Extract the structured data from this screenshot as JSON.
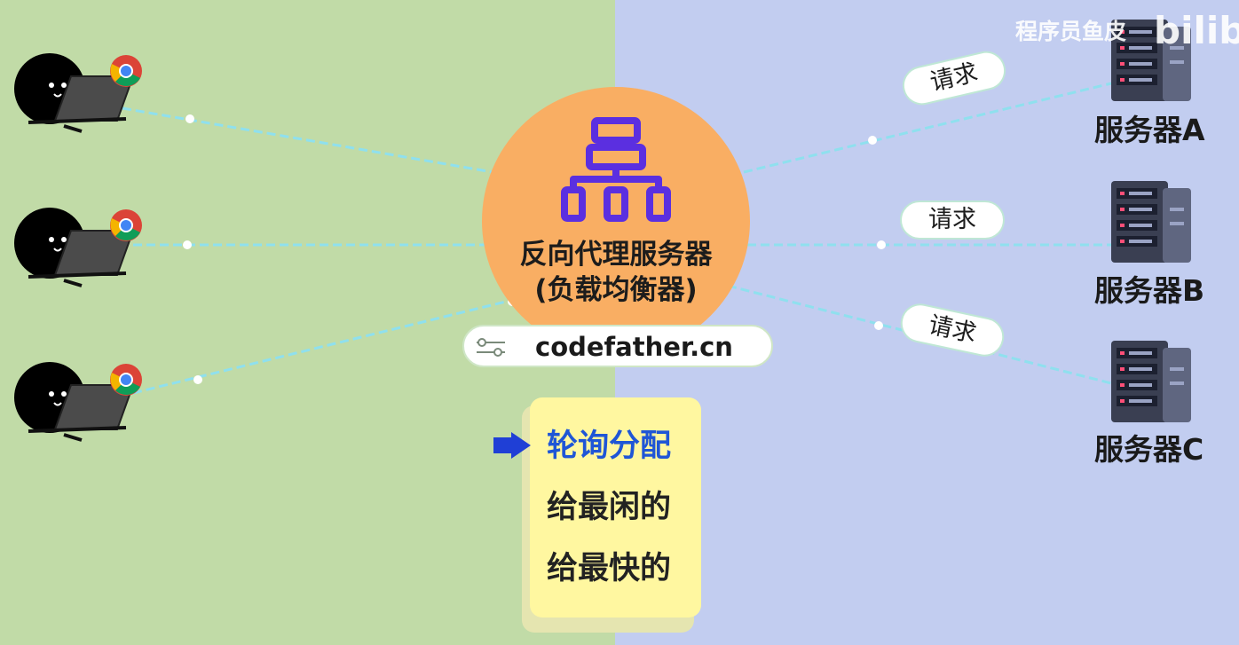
{
  "watermark": {
    "author": "程序员鱼皮",
    "brand": "bilibili"
  },
  "hub": {
    "title": "反向代理服务器",
    "subtitle": "(负载均衡器)",
    "icon": "network-hierarchy-icon",
    "color": "#f9ae63"
  },
  "url_bar": {
    "text": "codefather.cn",
    "icon": "settings-sliders-icon"
  },
  "strategies": {
    "items": [
      {
        "label": "轮询分配",
        "active": true
      },
      {
        "label": "给最闲的",
        "active": false
      },
      {
        "label": "给最快的",
        "active": false
      }
    ],
    "pointer_icon": "arrow-right-icon"
  },
  "request_labels": [
    "请求",
    "请求",
    "请求"
  ],
  "servers": [
    {
      "label": "服务器A",
      "icon": "server-rack-icon"
    },
    {
      "label": "服务器B",
      "icon": "server-rack-icon"
    },
    {
      "label": "服务器C",
      "icon": "server-rack-icon"
    }
  ],
  "clients": [
    {
      "icon": "user-with-laptop-icon",
      "browser_icon": "chrome-icon"
    },
    {
      "icon": "user-with-laptop-icon",
      "browser_icon": "chrome-icon"
    },
    {
      "icon": "user-with-laptop-icon",
      "browser_icon": "chrome-icon"
    }
  ],
  "colors": {
    "left_background": "#c1dba7",
    "right_background": "#c2cdf0",
    "active_strategy": "#1f56d6",
    "connection_line": "#8fe0ee",
    "hub_icon": "#5b2fe0"
  }
}
